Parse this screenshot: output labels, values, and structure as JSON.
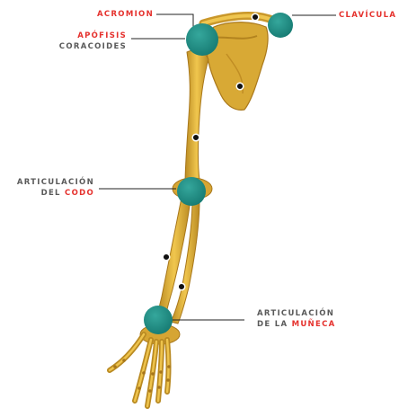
{
  "labels": {
    "acromion": "ACROMION",
    "apofisis": "APÓFISIS",
    "coracoides": "CORACOIDES",
    "clavicula": "CLAVÍCULA",
    "codo_line1": "ARTICULACIÓN",
    "codo_del": "DEL",
    "codo_word": "CODO",
    "muneca_line1": "ARTICULACIÓN",
    "muneca_dela": "DE LA",
    "muneca_word": "MUÑECA"
  },
  "colors": {
    "bone": "#e2b33a",
    "bone_dark": "#b07e1c",
    "joint": "#1f8f86",
    "accent": "#e5312d",
    "text": "#5a5a5a",
    "line": "#222222"
  }
}
